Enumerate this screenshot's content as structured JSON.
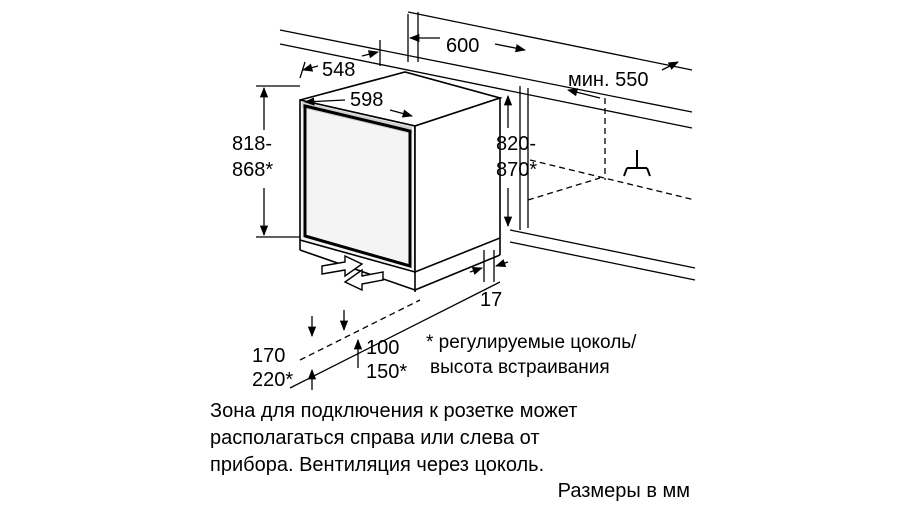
{
  "dimensions": {
    "d600": "600",
    "min550": "мин. 550",
    "d548": "548",
    "d598": "598",
    "h818": "818-",
    "h868": "868*",
    "h820": "820-",
    "h870": "870*",
    "d17": "17",
    "d170": "170",
    "d220": "220*",
    "d100": "100",
    "d150": "150*"
  },
  "footnote": {
    "line1": "* регулируемые цоколь/",
    "line2": "высота встраивания"
  },
  "caption": {
    "line1": "Зона для подключения к розетке может",
    "line2": "располагаться справа или слева от",
    "line3": "прибора. Вентиляция через цоколь."
  },
  "units_label": "Размеры в мм",
  "icons": {
    "connection": "power-connection-icon",
    "airflow": "ventilation-arrows-icon"
  }
}
